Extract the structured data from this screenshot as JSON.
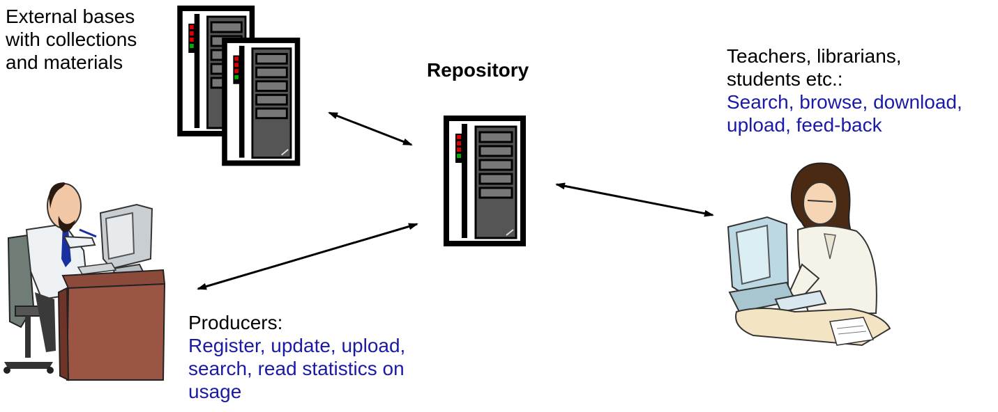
{
  "external": {
    "lines": [
      "External bases",
      "with collections",
      "and materials"
    ]
  },
  "repository": {
    "title": "Repository"
  },
  "users": {
    "heading_lines": [
      "Teachers, librarians,",
      "students etc.:"
    ],
    "action_lines": [
      "Search, browse, download,",
      "upload, feed-back"
    ]
  },
  "producers": {
    "heading": "Producers:",
    "action_lines": [
      "Register, update, upload,",
      "search, read statistics on",
      "usage"
    ]
  },
  "colors": {
    "action_text": "#1a1aa6",
    "server_body": "#ffffff",
    "server_outline": "#000000",
    "server_panel": "#555555",
    "led_red": "#e00000",
    "led_green": "#00b000"
  },
  "icons": [
    "server-icon",
    "server-icon",
    "server-icon",
    "man-at-desk-icon",
    "woman-at-computer-icon",
    "double-arrow-icon"
  ]
}
